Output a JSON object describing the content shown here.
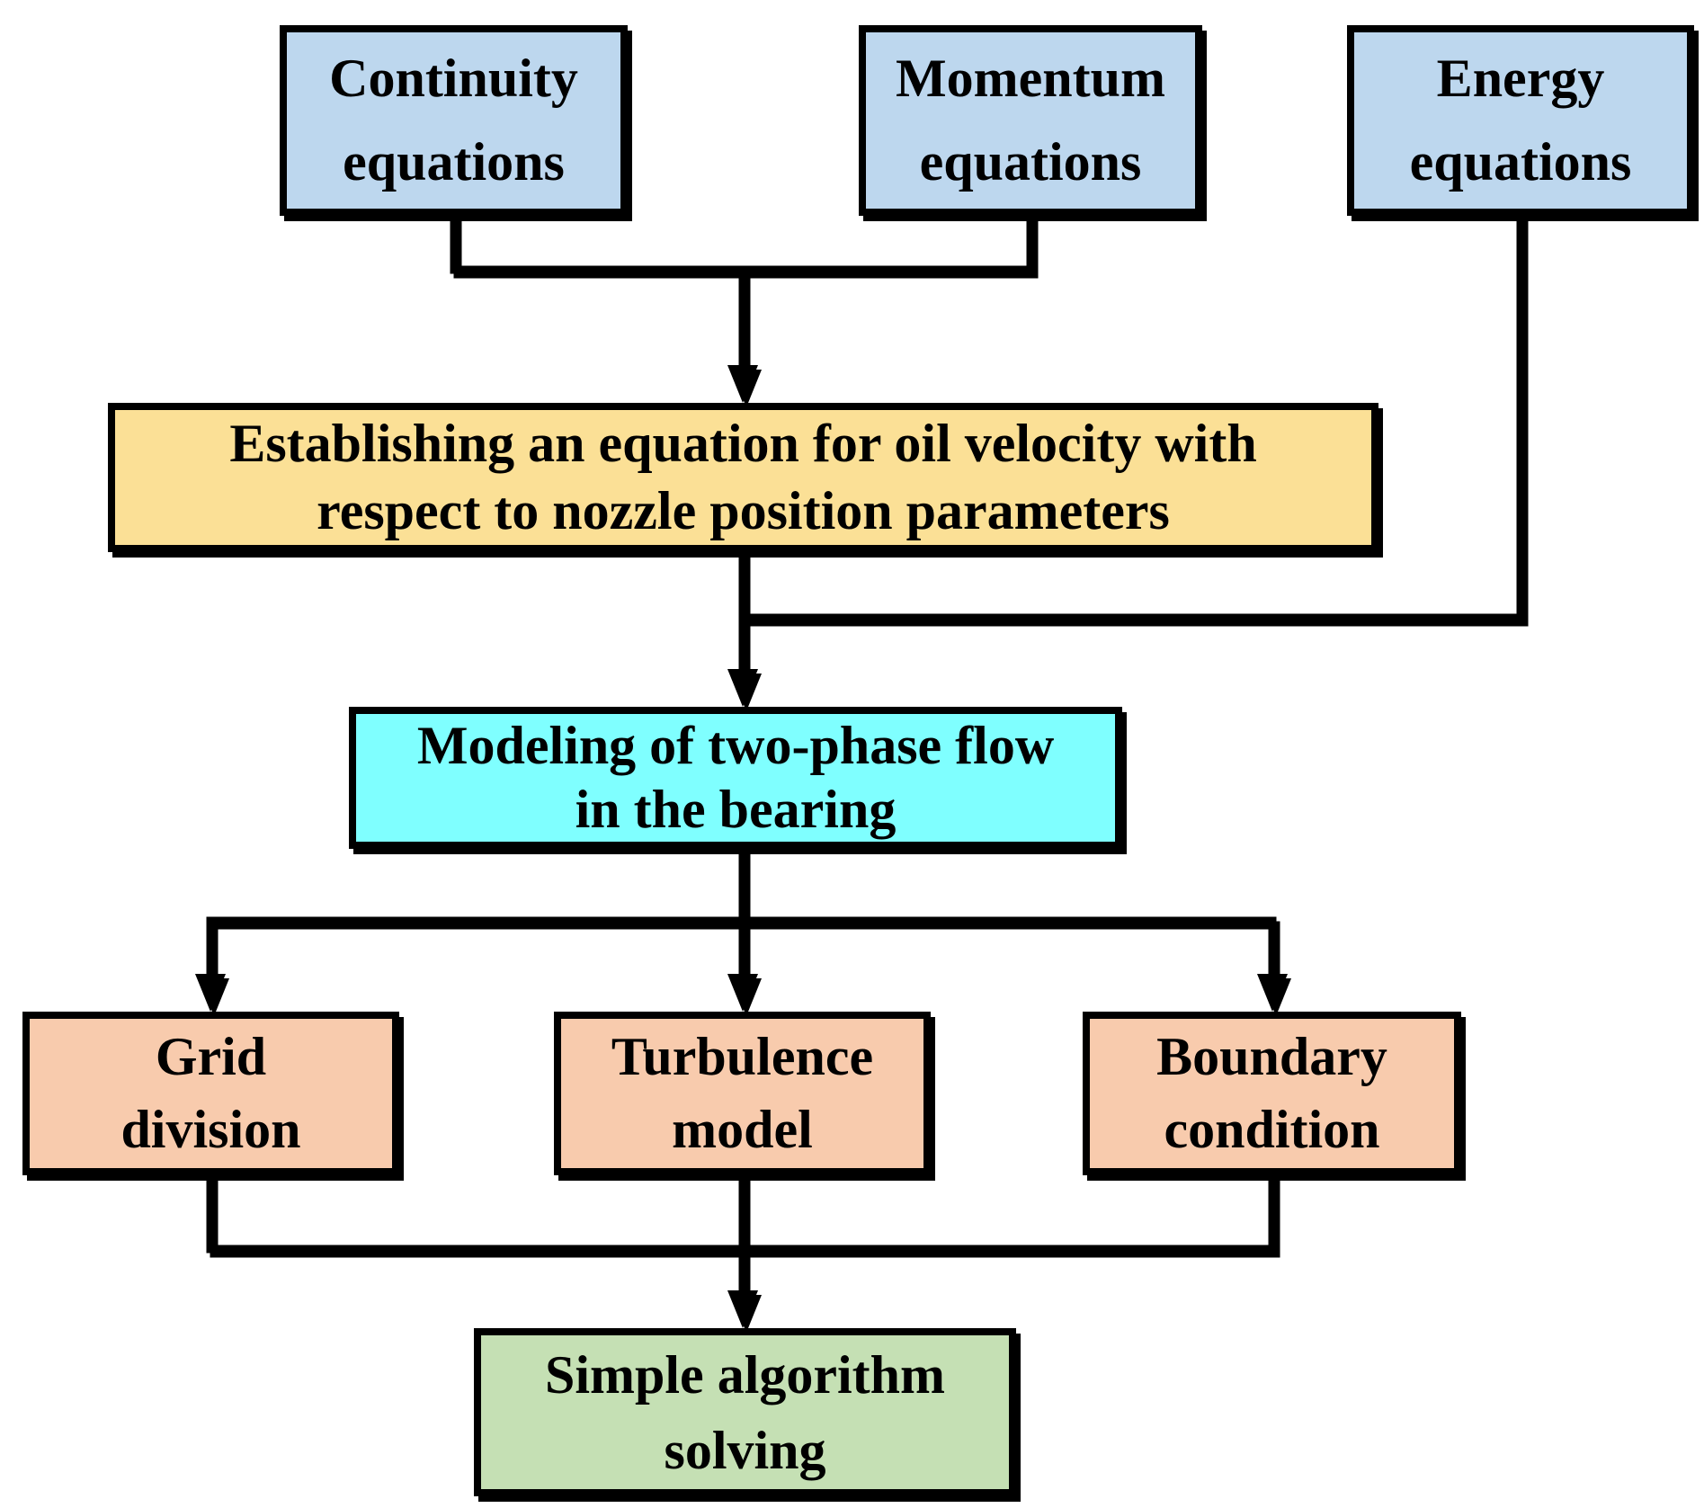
{
  "diagram": {
    "background": "#FFFFFF",
    "line_color": "#000000",
    "border_color": "#000000",
    "nodes": {
      "continuity": {
        "label": "Continuity\nequations",
        "fill": "#BDD7EE"
      },
      "momentum": {
        "label": "Momentum\nequations",
        "fill": "#BDD7EE"
      },
      "energy": {
        "label": "Energy\nequations",
        "fill": "#BDD7EE"
      },
      "oil_velocity": {
        "label": "Establishing an equation for oil velocity with\nrespect to nozzle position parameters",
        "fill": "#FBE096"
      },
      "two_phase": {
        "label": "Modeling of two-phase flow\nin the bearing",
        "fill": "#7FFFFF"
      },
      "grid": {
        "label": "Grid\ndivision",
        "fill": "#F8CBAD"
      },
      "turbulence": {
        "label": "Turbulence\nmodel",
        "fill": "#F8CBAD"
      },
      "boundary": {
        "label": "Boundary\ncondition",
        "fill": "#F8CBAD"
      },
      "simple": {
        "label": "Simple algorithm\nsolving",
        "fill": "#C5E0B4"
      }
    },
    "edges": [
      {
        "from": "continuity",
        "to": "oil_velocity"
      },
      {
        "from": "momentum",
        "to": "oil_velocity"
      },
      {
        "from": "oil_velocity",
        "to": "two_phase"
      },
      {
        "from": "energy",
        "to": "two_phase"
      },
      {
        "from": "two_phase",
        "to": "grid"
      },
      {
        "from": "two_phase",
        "to": "turbulence"
      },
      {
        "from": "two_phase",
        "to": "boundary"
      },
      {
        "from": "grid",
        "to": "simple"
      },
      {
        "from": "turbulence",
        "to": "simple"
      },
      {
        "from": "boundary",
        "to": "simple"
      }
    ]
  }
}
